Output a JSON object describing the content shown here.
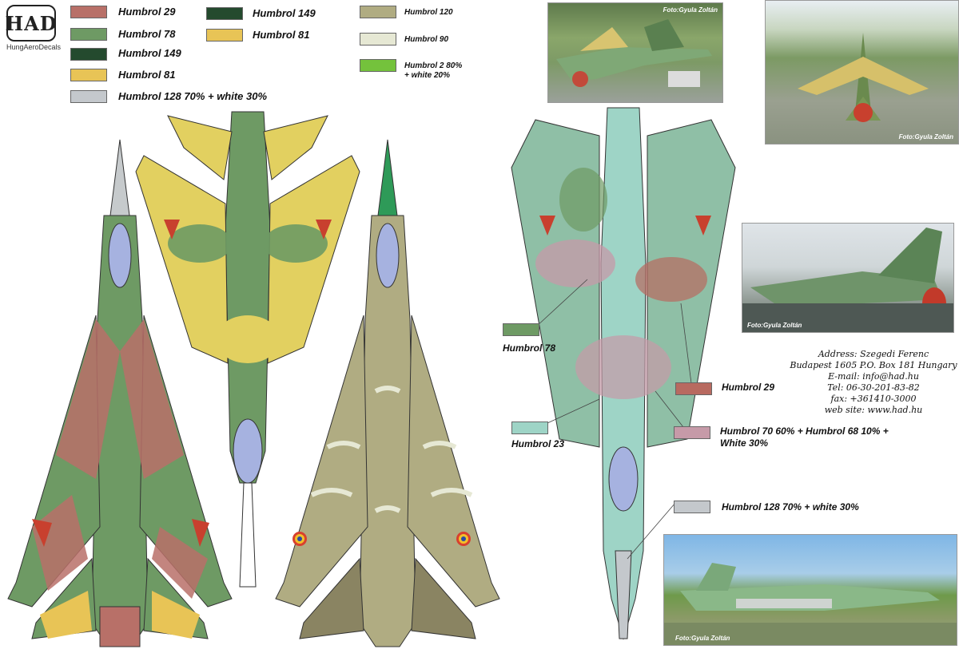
{
  "logo": {
    "mark": "HAD",
    "subtitle": "HungAeroDecals"
  },
  "legend_top": [
    {
      "label": "Humbrol 29",
      "color": "#b87068"
    },
    {
      "label": "Humbrol 78",
      "color": "#6e9a64"
    },
    {
      "label": "Humbrol 149",
      "color": "#244a2e"
    },
    {
      "label": "Humbrol 81",
      "color": "#e8c456"
    },
    {
      "label": "Humbrol 128 70% + white 30%",
      "color": "#c4c8cc"
    },
    {
      "label": "Humbrol 149",
      "color": "#244a2e"
    },
    {
      "label": "Humbrol 81",
      "color": "#e8c456"
    },
    {
      "label": "Humbrol 120",
      "color": "#b0ac82"
    },
    {
      "label": "Humbrol 90",
      "color": "#e6e8d4"
    },
    {
      "label": "Humbrol 2 80%",
      "label2": "+ white 20%",
      "color": "#74c23c"
    }
  ],
  "callouts": [
    {
      "label": "Humbrol 78",
      "color": "#6e9a64"
    },
    {
      "label": "Humbrol 23",
      "color": "#9ed4c6"
    },
    {
      "label": "Humbrol 29",
      "color": "#b86a60"
    },
    {
      "label": "Humbrol 70 60% + Humbrol 68 10% +",
      "label2": "White 30%",
      "color": "#c69aa8"
    },
    {
      "label": "Humbrol 128 70% + white 30%",
      "color": "#c4c8cc"
    }
  ],
  "photos": [
    {
      "credit": "Foto:Gyula Zoltán"
    },
    {
      "credit": "Foto:Gyula Zoltán"
    },
    {
      "credit": "Foto:Gyula Zoltán"
    },
    {
      "credit": "Foto:Gyula Zoltán"
    }
  ],
  "address": {
    "line1": "Address: Szegedi Ferenc",
    "line2": "Budapest 1605 P.O. Box 181 Hungary",
    "line3": "E-mail: info@had.hu",
    "line4": "Tel: 06-30-201-83-82",
    "line5": "fax: +361410-3000",
    "line6": "web site: www.had.hu"
  }
}
